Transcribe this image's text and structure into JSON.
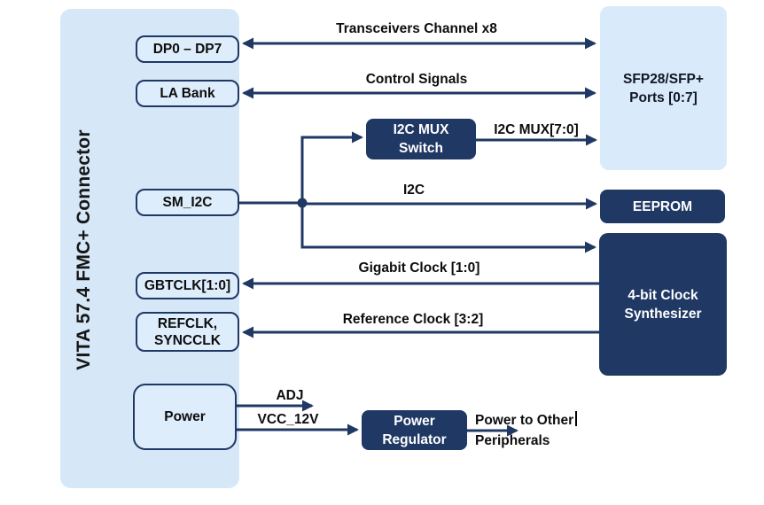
{
  "colors": {
    "navy": "#1F3864",
    "panel_fill": "#D6E8F8",
    "port_box_fill": "#DEEDFB",
    "sfp_box_fill": "#D9EAFB",
    "arrow": "#1F3864",
    "text_dark": "#0D0D0D"
  },
  "panel": {
    "title": "VITA 57.4 FMC+ Connector"
  },
  "fmc_ports": {
    "dp": "DP0 – DP7",
    "la": "LA Bank",
    "sm_i2c": "SM_I2C",
    "gbtclk": "GBTCLK[1:0]",
    "refclk_line1": "REFCLK,",
    "refclk_line2": "SYNCCLK",
    "power": "Power"
  },
  "components": {
    "sfp": {
      "line1": "SFP28/SFP+",
      "line2": "Ports [0:7]"
    },
    "i2c_mux": {
      "line1": "I2C MUX",
      "line2": "Switch"
    },
    "eeprom": "EEPROM",
    "clock_synth": {
      "line1": "4-bit Clock",
      "line2": "Synthesizer"
    },
    "power_regulator": {
      "line1": "Power",
      "line2": "Regulator"
    }
  },
  "connections": {
    "transceivers": "Transceivers Channel x8",
    "control": "Control Signals",
    "i2c_mux_bus": "I2C MUX[7:0]",
    "i2c": "I2C",
    "gigabit_clock": "Gigabit Clock [1:0]",
    "reference_clock": "Reference Clock [3:2]",
    "adj": "ADJ",
    "vcc": "VCC_12V",
    "power_out_line1": "Power to Other",
    "power_out_line2": "Peripherals"
  }
}
